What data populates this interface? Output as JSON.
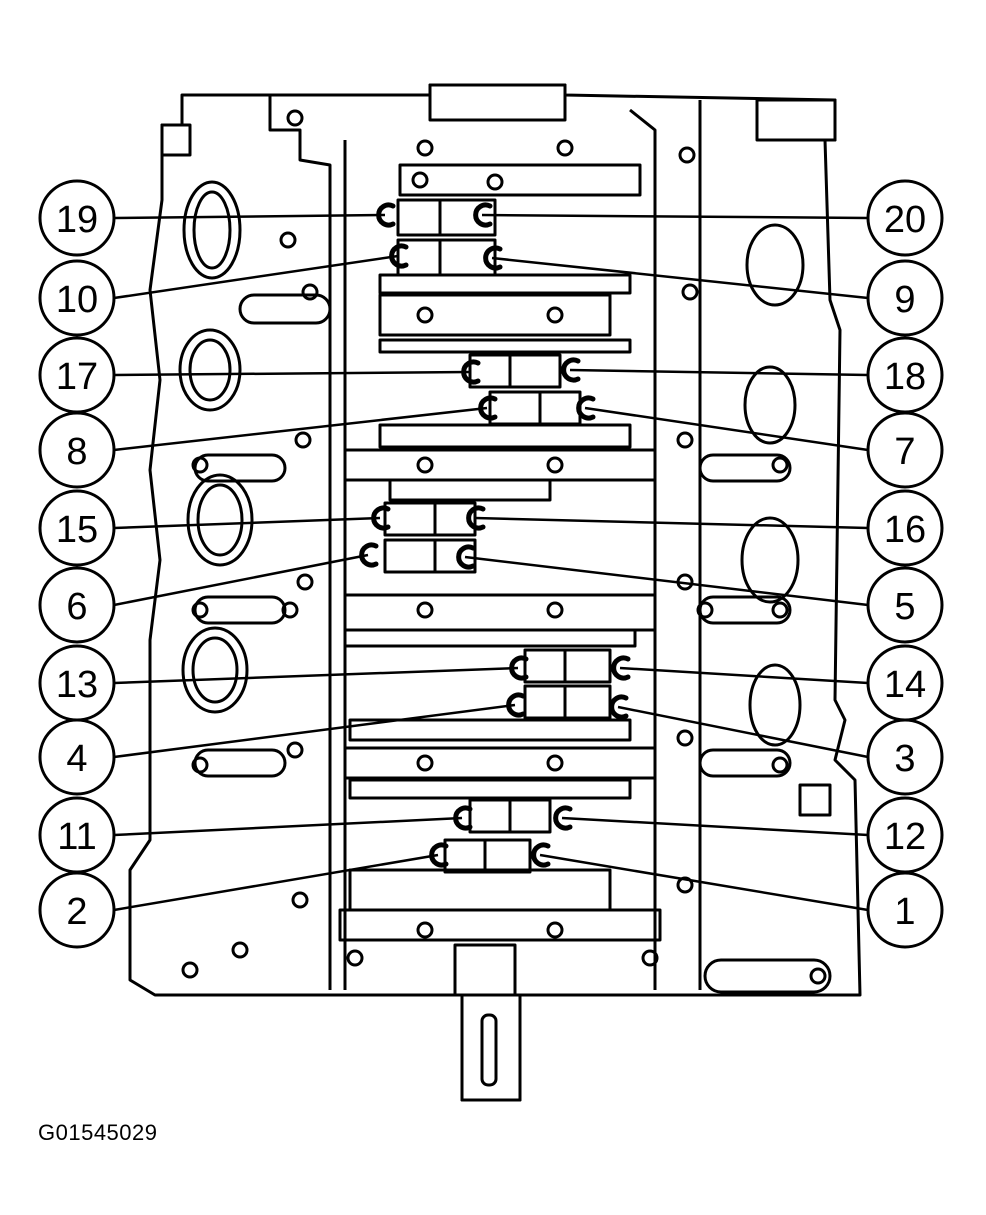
{
  "figure": {
    "code": "G01545029",
    "callouts": [
      {
        "label": "19",
        "side": "left",
        "row": 0
      },
      {
        "label": "20",
        "side": "right",
        "row": 0
      },
      {
        "label": "10",
        "side": "left",
        "row": 1
      },
      {
        "label": "9",
        "side": "right",
        "row": 1
      },
      {
        "label": "17",
        "side": "left",
        "row": 2
      },
      {
        "label": "18",
        "side": "right",
        "row": 2
      },
      {
        "label": "8",
        "side": "left",
        "row": 3
      },
      {
        "label": "7",
        "side": "right",
        "row": 3
      },
      {
        "label": "15",
        "side": "left",
        "row": 4
      },
      {
        "label": "16",
        "side": "right",
        "row": 4
      },
      {
        "label": "6",
        "side": "left",
        "row": 5
      },
      {
        "label": "5",
        "side": "right",
        "row": 5
      },
      {
        "label": "13",
        "side": "left",
        "row": 6
      },
      {
        "label": "14",
        "side": "right",
        "row": 6
      },
      {
        "label": "4",
        "side": "left",
        "row": 7
      },
      {
        "label": "3",
        "side": "right",
        "row": 7
      },
      {
        "label": "11",
        "side": "left",
        "row": 8
      },
      {
        "label": "12",
        "side": "right",
        "row": 8
      },
      {
        "label": "2",
        "side": "left",
        "row": 9
      },
      {
        "label": "1",
        "side": "right",
        "row": 9
      }
    ],
    "colors": {
      "line": "#000000",
      "background": "#ffffff"
    }
  }
}
